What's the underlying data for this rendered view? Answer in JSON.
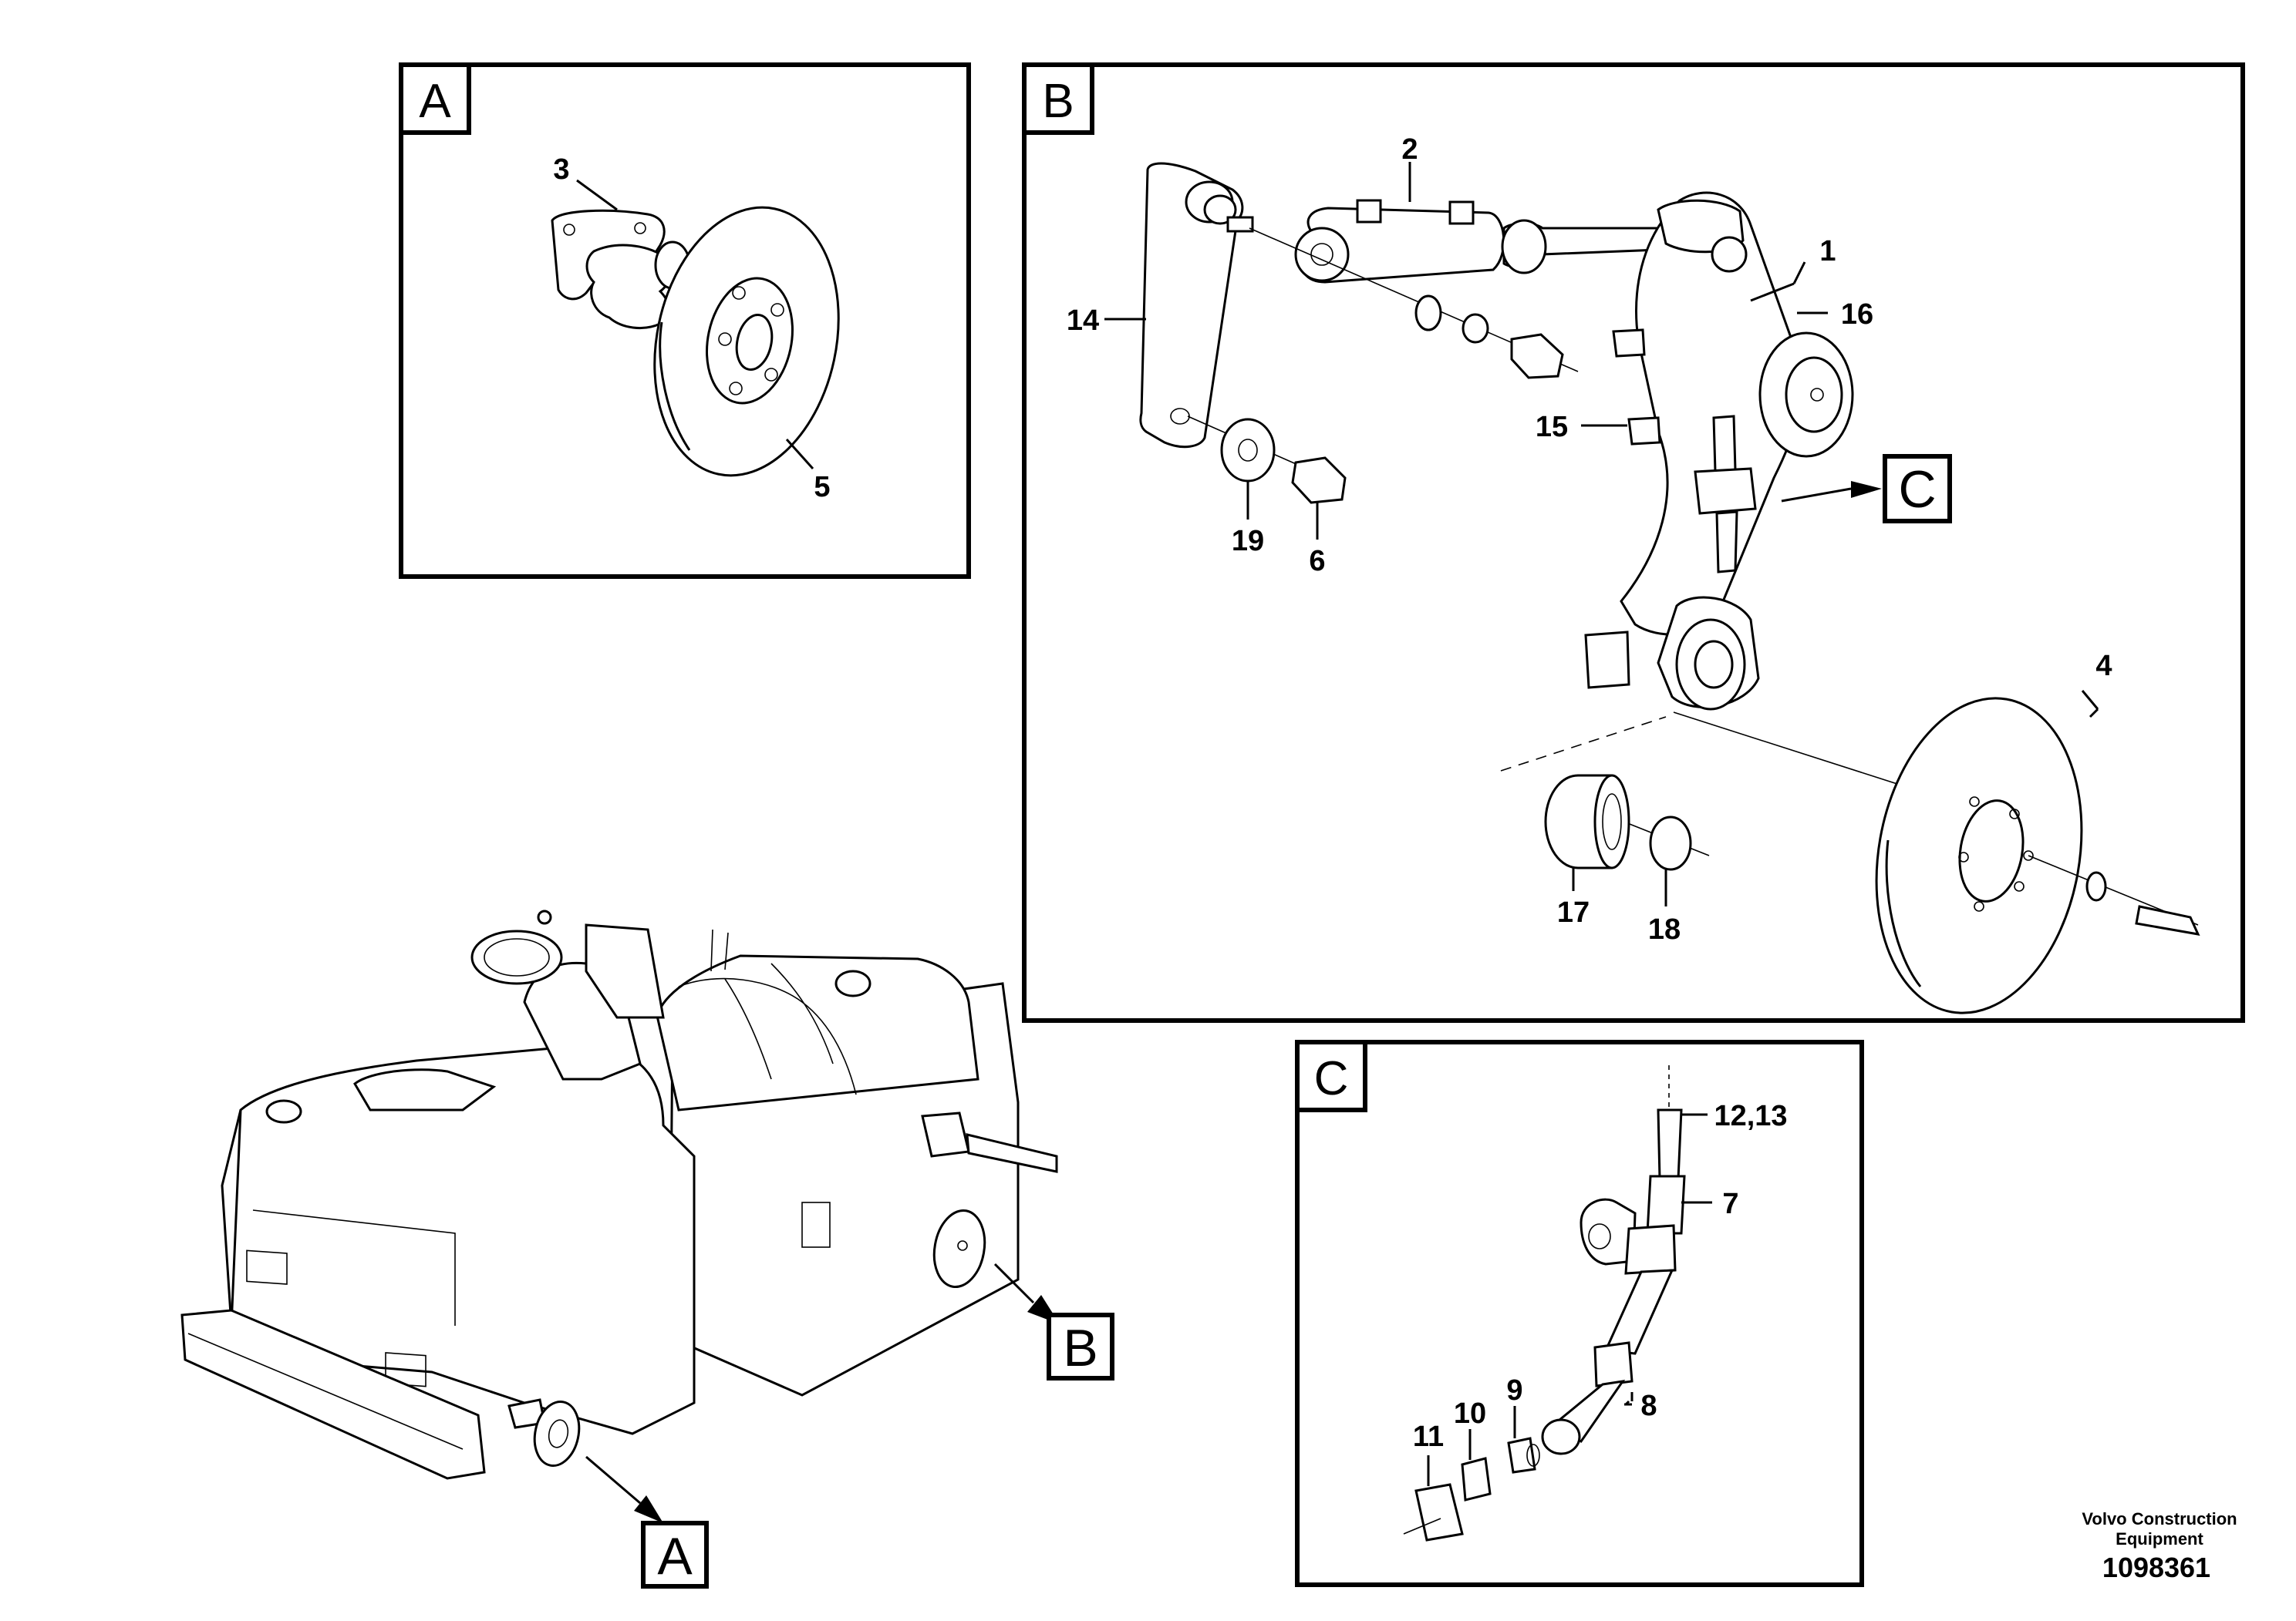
{
  "detail_views": {
    "A": {
      "tag": "A"
    },
    "B": {
      "tag": "B"
    },
    "C": {
      "tag": "C"
    }
  },
  "callouts": {
    "A": {
      "tag": "A"
    },
    "B": {
      "tag": "B"
    },
    "C": {
      "tag": "C"
    }
  },
  "part_labels": {
    "p1": "1",
    "p2": "2",
    "p3": "3",
    "p4": "4",
    "p5": "5",
    "p6": "6",
    "p7": "7",
    "p8": "8",
    "p9": "9",
    "p10": "10",
    "p11": "11",
    "p12_13": "12,13",
    "p14": "14",
    "p15": "15",
    "p16": "16",
    "p17": "17",
    "p18": "18",
    "p19": "19"
  },
  "footer": {
    "company_line1": "Volvo Construction",
    "company_line2": "Equipment",
    "drawing_number": "1098361"
  }
}
